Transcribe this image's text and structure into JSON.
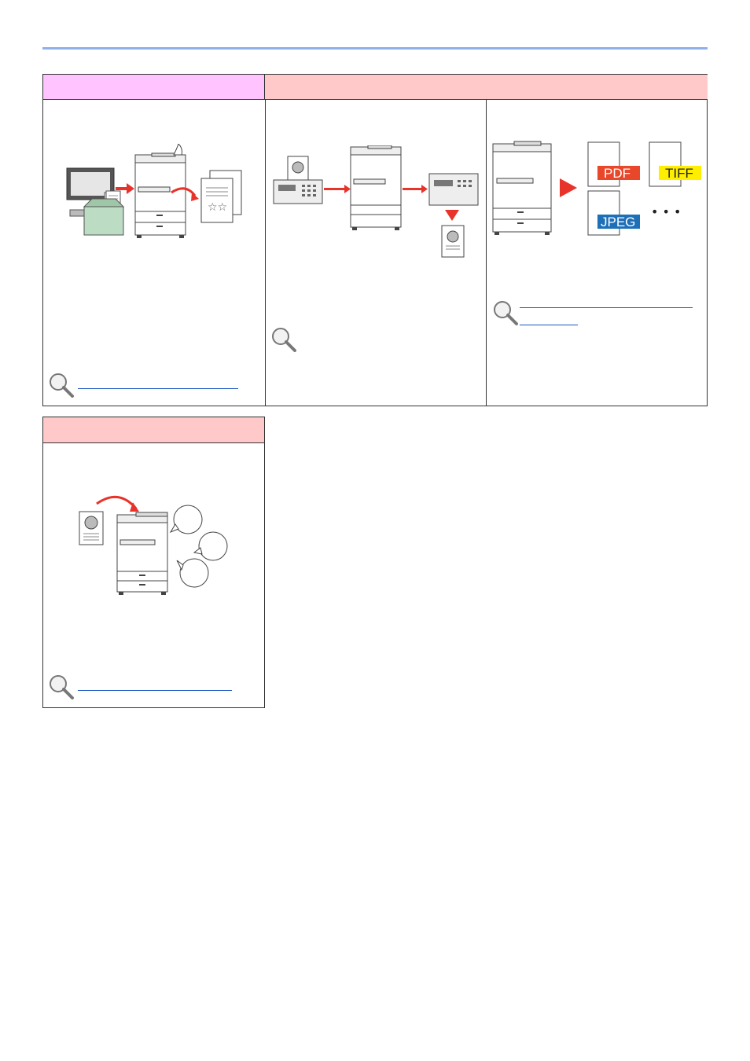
{
  "formats": {
    "pdf": "PDF",
    "tiff": "TIFF",
    "jpeg": "JPEG",
    "more": "• • •"
  },
  "colors": {
    "rule": "#8fb0ea",
    "header_print": "#ffc4ff",
    "header_fax": "#ffc9c9",
    "arrow": "#e8332a",
    "link": "#1a56c2",
    "pdf_badge": "#e8472a",
    "tiff_badge": "#ffee00",
    "jpeg_badge": "#1d6fb8"
  },
  "icons": [
    "magnifier-icon",
    "printer-icon",
    "fax-machine-icon",
    "computer-icon",
    "document-icon",
    "arrow-icon",
    "speech-bubble-icon"
  ]
}
